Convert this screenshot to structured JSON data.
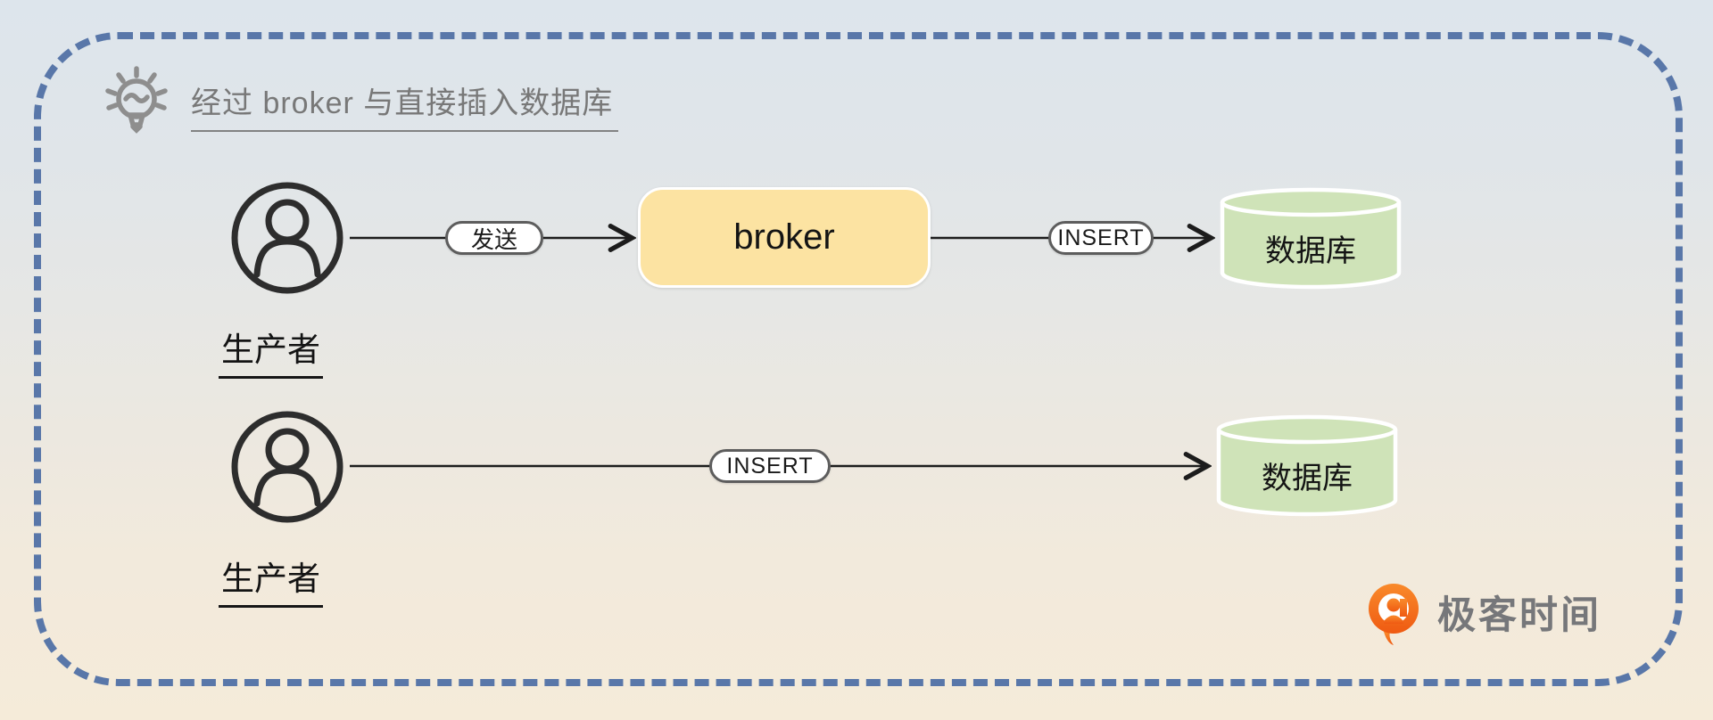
{
  "title": {
    "text": "经过 broker 与直接插入数据库",
    "icon": "lightbulb-icon"
  },
  "flow_with_broker": {
    "producer_label": "生产者",
    "send_edge_label": "发送",
    "broker_label": "broker",
    "insert_edge_label": "INSERT",
    "database_label": "数据库"
  },
  "flow_direct": {
    "producer_label": "生产者",
    "insert_edge_label": "INSERT",
    "database_label": "数据库"
  },
  "brand": {
    "name": "极客时间"
  },
  "colors": {
    "frame_dash": "#5977a9",
    "broker_fill": "#fce3a2",
    "database_fill": "#cfe3b8",
    "title_text": "#787878",
    "pill_border": "#5d5d5d",
    "line_color": "#1c1c1c",
    "brand_orange": "#f4660f",
    "brand_text": "#76777a",
    "background_top": "#dde5ec",
    "background_bottom": "#f5ebd9"
  }
}
